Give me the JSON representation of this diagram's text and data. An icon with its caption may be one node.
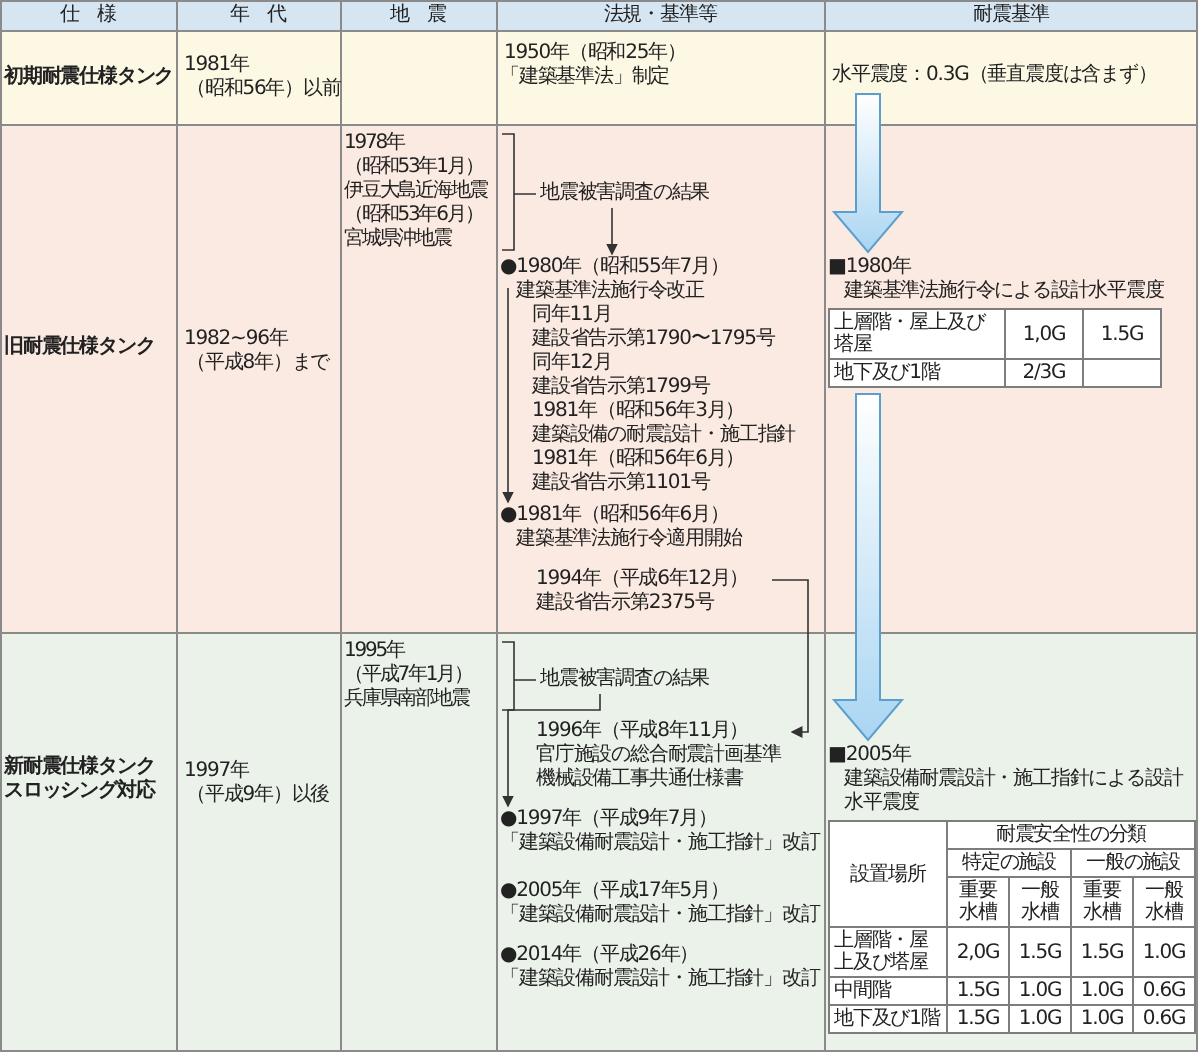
{
  "diagram": {
    "nodes": [
      {
        "text": [
          "1978年",
          "（昭和53年1月）",
          "伊豆大島近海地震",
          "（昭和53年6月）",
          "宮城県沖地震"
        ]
      },
      {
        "text": [
          "地震被害調査の結果"
        ]
      },
      {
        "text": [
          "●1980年（昭和55年7月）",
          "建築基準法施行令改正",
          "同年11月",
          "建設省告示第1790〜1795号",
          "同年12月",
          "建設省告示第1799号",
          "1981年（昭和56年3月）",
          "建築設備の耐震設計・施工指針",
          "1981年（昭和56年6月）",
          "建設省告示第1101号"
        ]
      },
      {
        "text": [
          "●1981年（昭和56年6月）",
          "建築基準法施行令適用開始"
        ]
      },
      {
        "text": [
          "1994年（平成6年12月）",
          "建設省告示第2375号"
        ]
      },
      {
        "text": [
          "1995年",
          "（平成7年1月）",
          "兵庫県南部地震"
        ]
      },
      {
        "text": [
          "地震被害調査の結果"
        ]
      },
      {
        "text": [
          "1996年（平成8年11月）",
          "官庁施設の総合耐震計画基準",
          "機械設備工事共通仕様書"
        ]
      },
      {
        "text": [
          "●1997年（平成9年7月）",
          "「建築設備耐震設計・施工指針」改訂"
        ]
      },
      {
        "text": [
          "●2005年（平成17年5月）",
          "「建築設備耐震設計・施工指針」改訂"
        ]
      },
      {
        "text": [
          "●2014年（平成26年）",
          "「建築設備耐震設計・施工指針」改訂"
        ]
      },
      {
        "text": [
          "水平震度：0.3G（垂直震度は含まず）"
        ]
      },
      {
        "text": [
          "■1980年",
          "建築基準法施行令による設計水平震度"
        ]
      },
      {
        "text": [
          "■2005年",
          "建築設備耐震設計・施工指針による設計水平震度"
        ]
      }
    ],
    "edges": [
      {
        "from": 0,
        "to": 1,
        "arrow": "none"
      },
      {
        "from": 1,
        "to": 2,
        "arrow": "to"
      },
      {
        "from": 2,
        "to": 3,
        "arrow": "to"
      },
      {
        "from": 4,
        "to": 7,
        "arrow": "to"
      },
      {
        "from": 5,
        "to": 6,
        "arrow": "none"
      },
      {
        "from": 6,
        "to": 8,
        "arrow": "to"
      },
      {
        "from": 11,
        "to": 12,
        "arrow": "to",
        "style": "thick",
        "color": "#a9d5f2"
      },
      {
        "from": 12,
        "to": 13,
        "arrow": "to",
        "style": "thick",
        "color": "#a9d5f2"
      }
    ],
    "labels": [
      "仕　様",
      "年　代",
      "地　震",
      "法規・基準等",
      "耐震基準",
      "初期耐震仕様タンク",
      "1981年",
      "（昭和56年）以前",
      "1950年（昭和25年）",
      "「建築基準法」制定",
      "旧耐震仕様タンク",
      "1982~96年",
      "（平成8年）まで",
      "上層階・屋上及び塔屋",
      "1,0G",
      "1.5G",
      "地下及び1階",
      "2/3G",
      "新耐震仕様タンク",
      "スロッシング対応",
      "1997年",
      "（平成9年）以後",
      "設置場所",
      "耐震安全性の分類",
      "特定の施設",
      "一般の施設",
      "重要水槽",
      "一般水槽",
      "重要水槽",
      "一般水槽",
      "上層階・屋上及び塔屋",
      "2,0G",
      "1.5G",
      "1.5G",
      "1.0G",
      "中間階",
      "1.5G",
      "1.0G",
      "1.0G",
      "0.6G",
      "地下及び1階",
      "1.5G",
      "1.0G",
      "1.0G",
      "0.6G"
    ]
  }
}
